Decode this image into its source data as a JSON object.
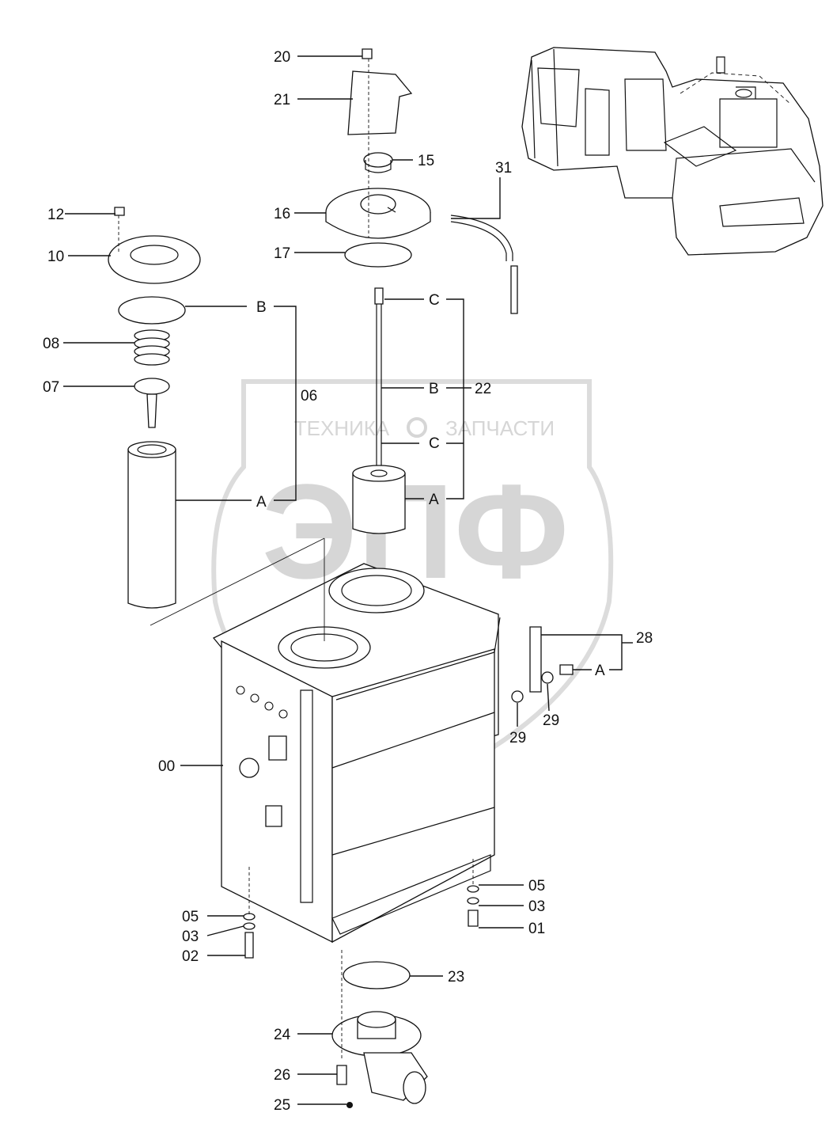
{
  "watermark": {
    "left_text": "ТЕХНИКА",
    "right_text": "ЗАПЧАСТИ",
    "logo_text": "ЭПФ",
    "color": "#d6d6d6"
  },
  "callouts": {
    "c20": "20",
    "c21": "21",
    "c15": "15",
    "c16": "16",
    "c17": "17",
    "c31": "31",
    "c12": "12",
    "c10": "10",
    "c08": "08",
    "c07": "07",
    "c06": "06",
    "cB1": "B",
    "cC1": "C",
    "cB2": "B",
    "c22": "22",
    "cC2": "C",
    "cA1": "A",
    "cA2": "A",
    "c28": "28",
    "cA3": "A",
    "c29a": "29",
    "c29b": "29",
    "c00": "00",
    "c05a": "05",
    "c03a": "03",
    "c02": "02",
    "c05b": "05",
    "c03b": "03",
    "c01": "01",
    "c23": "23",
    "c24": "24",
    "c26": "26",
    "c25": "25"
  }
}
